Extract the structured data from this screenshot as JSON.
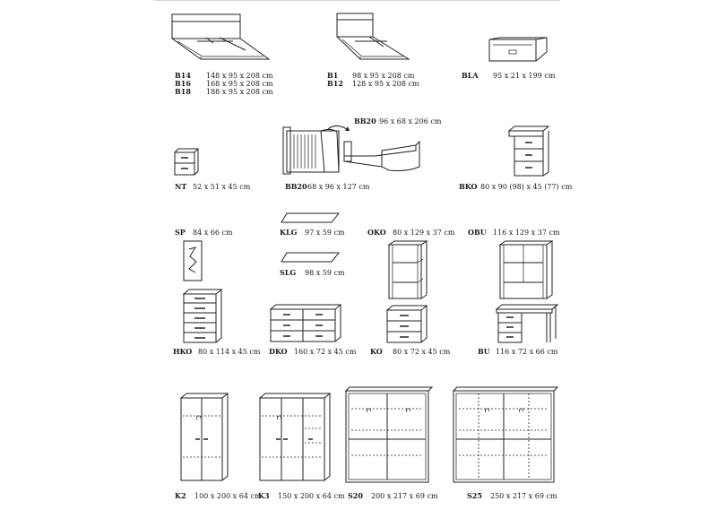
{
  "items": {
    "b14": {
      "code": "B14",
      "dim": "148 x 95 x 208 cm"
    },
    "b16": {
      "code": "B16",
      "dim": "168 x 95 x 208 cm"
    },
    "b18": {
      "code": "B18",
      "dim": "188 x 95 x 208 cm"
    },
    "b1": {
      "code": "B1",
      "dim": "98 x 95 x 208 cm"
    },
    "b12": {
      "code": "B12",
      "dim": "128 x 95 x 208 cm"
    },
    "bla": {
      "code": "BLA",
      "dim": "95 x 21 x 199 cm"
    },
    "bb20_top": {
      "code": "BB20",
      "dim": "96 x 68 x 206 cm"
    },
    "nt": {
      "code": "NT",
      "dim": "52 x 51 x 45 cm"
    },
    "bb20": {
      "code": "BB20",
      "dim": "68 x 96 x 127 cm"
    },
    "bko": {
      "code": "BKO",
      "dim": "80 x 90 (98) x 45 (77) cm"
    },
    "sp": {
      "code": "SP",
      "dim": "84 x 66 cm"
    },
    "klg": {
      "code": "KLG",
      "dim": "97 x 59 cm"
    },
    "oko": {
      "code": "OKO",
      "dim": "80 x 129 x 37 cm"
    },
    "obu": {
      "code": "OBU",
      "dim": "116 x 129 x 37 cm"
    },
    "slg": {
      "code": "SLG",
      "dim": "98 x 59 cm"
    },
    "hko": {
      "code": "HKO",
      "dim": "80 x 114 x 45 cm"
    },
    "dko": {
      "code": "DKO",
      "dim": "160 x 72 x 45 cm"
    },
    "ko": {
      "code": "KO",
      "dim": "80 x 72 x 45 cm"
    },
    "bu": {
      "code": "BU",
      "dim": "116 x 72 x 66 cm"
    },
    "k2": {
      "code": "K2",
      "dim": "100 x 200 x 64 cm"
    },
    "k3": {
      "code": "K3",
      "dim": "150 x 200 x 64 cm"
    },
    "s20": {
      "code": "S20",
      "dim": "200 x 217 x 69 cm"
    },
    "s25": {
      "code": "S25",
      "dim": "250 x 217 x 69 cm"
    }
  },
  "icons": [
    "bed-large-icon",
    "bed-single-icon",
    "bed-drawer-icon",
    "cot-icon",
    "nightstand-icon",
    "changing-dresser-icon",
    "picture-icon",
    "shelf-icon",
    "open-shelf-icon",
    "chest-icon",
    "dresser-icon",
    "desk-icon",
    "wardrobe-icon",
    "sliding-wardrobe-icon"
  ]
}
